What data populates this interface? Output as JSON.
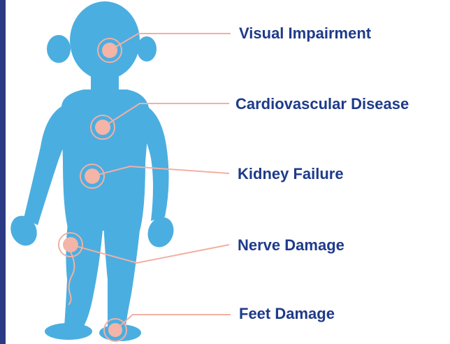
{
  "colors": {
    "accent_bar": "#2b3a84",
    "body_fill": "#4baee0",
    "marker_fill": "#f4b4a7",
    "leader_line": "#f2b0a3",
    "label_text": "#1e3a8a"
  },
  "labels": [
    {
      "id": "visual",
      "text": "Visual Impairment"
    },
    {
      "id": "cardio",
      "text": "Cardiovascular Disease"
    },
    {
      "id": "kidney",
      "text": "Kidney Failure"
    },
    {
      "id": "nerve",
      "text": "Nerve Damage"
    },
    {
      "id": "feet",
      "text": "Feet Damage"
    }
  ]
}
